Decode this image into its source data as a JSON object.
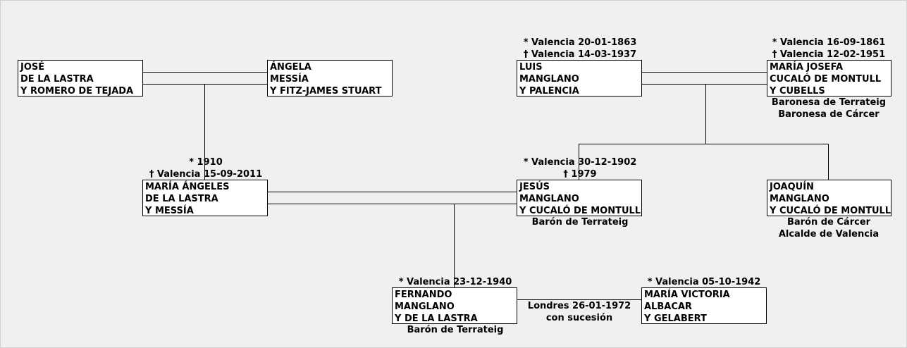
{
  "people": {
    "jose": {
      "lines": [
        "JOSÉ",
        "DE LA LASTRA",
        "Y ROMERO DE TEJADA"
      ]
    },
    "angela": {
      "lines": [
        "ÁNGELA",
        "MESSÍA",
        "Y FITZ-JAMES STUART"
      ]
    },
    "luis": {
      "birth": "* Valencia 20-01-1863",
      "death": "† Valencia 14-03-1937",
      "lines": [
        "LUIS",
        "MANGLANO",
        "Y PALENCIA"
      ]
    },
    "maria_josefa": {
      "birth": "* Valencia 16-09-1861",
      "death": "† Valencia 12-02-1951",
      "lines": [
        "MARÍA JOSEFA",
        "CUCALÓ DE MONTULL",
        "Y CUBELLS"
      ],
      "titles": [
        "Baronesa de Terrateig",
        "Baronesa de Cárcer"
      ]
    },
    "maria_angeles": {
      "birth": "* 1910",
      "death": "† Valencia 15-09-2011",
      "lines": [
        "MARÍA ÁNGELES",
        "DE LA LASTRA",
        "Y MESSÍA"
      ]
    },
    "jesus": {
      "birth": "* Valencia 30-12-1902",
      "death": "† 1979",
      "lines": [
        "JESÚS",
        "MANGLANO",
        "Y CUCALÓ DE MONTULL"
      ],
      "titles": [
        "Barón de Terrateig"
      ]
    },
    "joaquin": {
      "lines": [
        "JOAQUÍN",
        "MANGLANO",
        "Y CUCALÓ DE MONTULL"
      ],
      "titles": [
        "Barón de Cárcer",
        "Alcalde de Valencia"
      ]
    },
    "fernando": {
      "birth": "* Valencia 23-12-1940",
      "lines": [
        "FERNANDO",
        "MANGLANO",
        "Y DE LA LASTRA"
      ],
      "titles": [
        "Barón de Terrateig"
      ]
    },
    "maria_victoria": {
      "birth": "* Valencia 05-10-1942",
      "lines": [
        "MARÍA VICTORIA",
        "ALBACAR",
        "Y GELABERT"
      ]
    }
  },
  "marriage": {
    "place_date": "Londres 26-01-1972",
    "note": "con sucesión"
  }
}
